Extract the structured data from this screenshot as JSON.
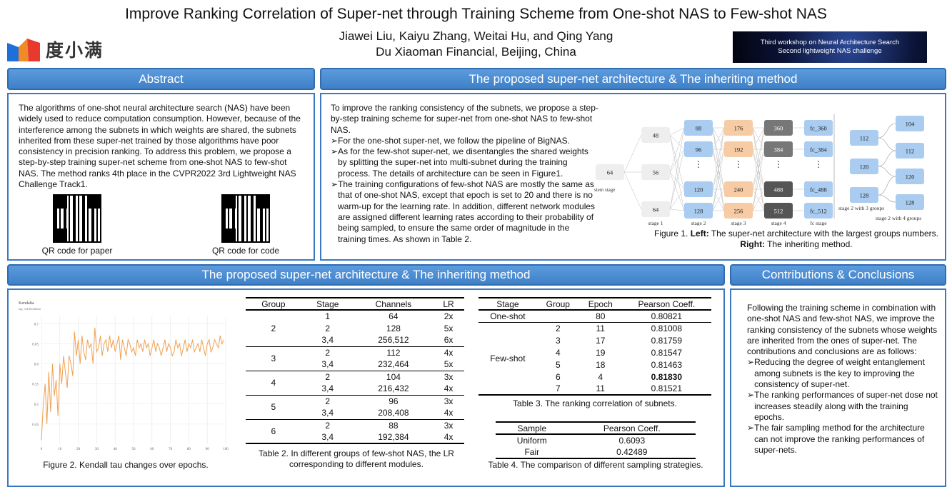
{
  "header": {
    "title": "Improve Ranking Correlation of Super-net through Training Scheme from One-shot NAS to Few-shot NAS",
    "authors": "Jiawei Liu, Kaiyu Zhang, Weitai Hu, and Qing Yang",
    "affiliation": "Du Xiaoman Financial, Beijing, China",
    "logo_text": "度小满",
    "banner_line1": "Third workshop on Neural Architecture Search",
    "banner_line2": "Second lightweight NAS challenge"
  },
  "abstract": {
    "heading": "Abstract",
    "text": "The algorithms of one-shot neural architecture search (NAS) have been widely used to reduce computation consumption. However, because of the interference among the subnets in which weights are shared, the subnets inherited from these super-net trained by those algorithms have poor consistency in precision ranking. To address this problem, we propose a step-by-step training super-net scheme from one-shot NAS to few-shot NAS. The method ranks 4th place in the CVPR2022 3rd Lightweight NAS Challenge Track1.",
    "qr_paper": "QR code for paper",
    "qr_code": "QR code for code"
  },
  "proposed": {
    "heading": "The proposed super-net architecture & The inheriting method",
    "intro": "To improve the ranking consistency of the subnets, we propose a step-by-step training scheme for super-net from one-shot NAS to few-shot NAS.",
    "bullets": [
      "For the one-shot super-net, we follow the pipeline of BigNAS.",
      "As for the few-shot super-net, we disentangles the shared weights by splitting the super-net into multi-subnet during the training process.  The details of architecture can be seen in Figure1.",
      "The training configurations of few-shot NAS are mostly the same as that of one-shot NAS, except that epoch is set to 20 and there is no warm-up for the learning rate. In addition, different network modules are assigned different learning rates according to their probability of being sampled, to ensure the same order of magnitude in the training times. As shown in Table 2."
    ],
    "fig1_left": "Left:",
    "fig1_caption_a": "Figure 1. ",
    "fig1_caption_b": " The super-net architecture with the largest groups numbers. ",
    "fig1_right": "Right:",
    "fig1_caption_c": " The inheriting method.",
    "diagram": {
      "stem": "64",
      "stem_label": "stem stage",
      "stage1": [
        "48",
        "56",
        "64"
      ],
      "stage2": [
        "88",
        "96",
        "⋮",
        "120",
        "128"
      ],
      "stage3": [
        "176",
        "192",
        "⋮",
        "240",
        "256"
      ],
      "stage4": [
        "360",
        "384",
        "⋮",
        "488",
        "512"
      ],
      "fc": [
        "fc_360",
        "fc_384",
        "⋮",
        "fc_488",
        "fc_512"
      ],
      "stage_labels": [
        "stage 1",
        "stage 2",
        "stage 3",
        "stage 4",
        "fc stage"
      ],
      "g3": [
        "112",
        "120",
        "128"
      ],
      "g4": [
        "104",
        "112",
        "120",
        "128"
      ],
      "g3_label": "stage 2 with 3 groups",
      "g4_label": "stage 2 with 4 groups"
    }
  },
  "results": {
    "heading": "The proposed super-net architecture & The inheriting method",
    "fig2_caption": "Figure 2. Kendall tau changes over epochs.",
    "chart_title": "Kendalta",
    "chart_tag": "tag: val/Kendalta",
    "table2": {
      "headers": [
        "Group",
        "Stage",
        "Channels",
        "LR"
      ],
      "groups": [
        {
          "group": "2",
          "rows": [
            [
              "1",
              "64",
              "2x"
            ],
            [
              "2",
              "128",
              "5x"
            ],
            [
              "3,4",
              "256,512",
              "6x"
            ]
          ]
        },
        {
          "group": "3",
          "rows": [
            [
              "2",
              "112",
              "4x"
            ],
            [
              "3,4",
              "232,464",
              "5x"
            ]
          ]
        },
        {
          "group": "4",
          "rows": [
            [
              "2",
              "104",
              "3x"
            ],
            [
              "3,4",
              "216,432",
              "4x"
            ]
          ]
        },
        {
          "group": "5",
          "rows": [
            [
              "2",
              "96",
              "3x"
            ],
            [
              "3,4",
              "208,408",
              "4x"
            ]
          ]
        },
        {
          "group": "6",
          "rows": [
            [
              "2",
              "88",
              "3x"
            ],
            [
              "3,4",
              "192,384",
              "4x"
            ]
          ]
        }
      ],
      "caption": "Table 2. In different groups of few-shot NAS, the LR corresponding to different modules."
    },
    "table3": {
      "headers": [
        "Stage",
        "Group",
        "Epoch",
        "Pearson Coeff."
      ],
      "oneshot": {
        "stage": "One-shot",
        "group": "",
        "epoch": "80",
        "pearson": "0.80821"
      },
      "fewshot_label": "Few-shot",
      "fewshot": [
        [
          "2",
          "11",
          "0.81008"
        ],
        [
          "3",
          "17",
          "0.81759"
        ],
        [
          "4",
          "19",
          "0.81547"
        ],
        [
          "5",
          "18",
          "0.81463"
        ],
        [
          "6",
          "4",
          "0.81830"
        ],
        [
          "7",
          "11",
          "0.81521"
        ]
      ],
      "caption": "Table 3.  The ranking correlation of subnets."
    },
    "table4": {
      "headers": [
        "Sample",
        "Pearson Coeff."
      ],
      "rows": [
        [
          "Uniform",
          "0.6093"
        ],
        [
          "Fair",
          "0.42489"
        ]
      ],
      "caption": "Table 4. The comparison of different sampling strategies."
    }
  },
  "contributions": {
    "heading": "Contributions & Conclusions",
    "intro": "Following the training scheme in combination with one-shot NAS and few-shot NAS, we improve the ranking consistency of the subnets whose weights are inherited from the ones of super-net. The contributions and conclusions are as follows:",
    "bullets": [
      "Reducing the degree of weight entanglement among subnets is the key to improving the consistency of super-net.",
      "The ranking performances of super-net dose not increases steadily along with the training epochs.",
      "The fair sampling method for the architecture can not improve the ranking performances of super-nets."
    ]
  },
  "chart_data": {
    "type": "line",
    "title": "Kendalta",
    "subtitle": "tag: val/Kendalta",
    "xlabel": "",
    "ylabel": "",
    "xlim": [
      0,
      100
    ],
    "ylim": [
      0.4,
      0.72
    ],
    "xticks": [
      0,
      10,
      20,
      30,
      40,
      50,
      60,
      70,
      80,
      90,
      100
    ],
    "yticks": [
      0.45,
      0.5,
      0.55,
      0.6,
      0.65,
      0.7
    ],
    "grid": true,
    "series": [
      {
        "color": "#f0a050",
        "x": [
          0,
          1,
          2,
          3,
          4,
          5,
          6,
          7,
          8,
          9,
          10,
          11,
          12,
          13,
          14,
          15,
          16,
          17,
          18,
          19,
          20,
          21,
          22,
          23,
          24,
          25,
          26,
          27,
          28,
          29,
          30,
          31,
          32,
          33,
          34,
          35,
          36,
          37,
          38,
          39,
          40,
          41,
          42,
          43,
          44,
          45,
          46,
          47,
          48,
          49,
          50,
          51,
          52,
          53,
          54,
          55,
          56,
          57,
          58,
          59,
          60,
          61,
          62,
          63,
          64,
          65,
          66,
          67,
          68,
          69,
          70,
          71,
          72,
          73,
          74,
          75,
          76,
          77,
          78,
          79,
          80,
          81,
          82,
          83,
          84,
          85,
          86,
          87,
          88,
          89,
          90,
          91,
          92,
          93,
          94,
          95,
          96,
          97,
          98,
          99
        ],
        "y": [
          0.41,
          0.5,
          0.55,
          0.45,
          0.58,
          0.48,
          0.6,
          0.52,
          0.56,
          0.47,
          0.6,
          0.55,
          0.62,
          0.58,
          0.54,
          0.62,
          0.6,
          0.57,
          0.68,
          0.62,
          0.66,
          0.6,
          0.67,
          0.63,
          0.61,
          0.66,
          0.64,
          0.65,
          0.6,
          0.69,
          0.63,
          0.64,
          0.67,
          0.62,
          0.65,
          0.66,
          0.63,
          0.67,
          0.64,
          0.66,
          0.63,
          0.65,
          0.67,
          0.61,
          0.66,
          0.64,
          0.62,
          0.66,
          0.65,
          0.63,
          0.64,
          0.62,
          0.66,
          0.64,
          0.65,
          0.63,
          0.66,
          0.64,
          0.65,
          0.62,
          0.64,
          0.66,
          0.63,
          0.65,
          0.64,
          0.62,
          0.64,
          0.66,
          0.63,
          0.65,
          0.64,
          0.62,
          0.63,
          0.66,
          0.64,
          0.65,
          0.62,
          0.64,
          0.66,
          0.63,
          0.65,
          0.64,
          0.66,
          0.63,
          0.64,
          0.65,
          0.63,
          0.66,
          0.64,
          0.62,
          0.65,
          0.66,
          0.63,
          0.64,
          0.66,
          0.65,
          0.64,
          0.67,
          0.65,
          0.66
        ]
      }
    ]
  }
}
